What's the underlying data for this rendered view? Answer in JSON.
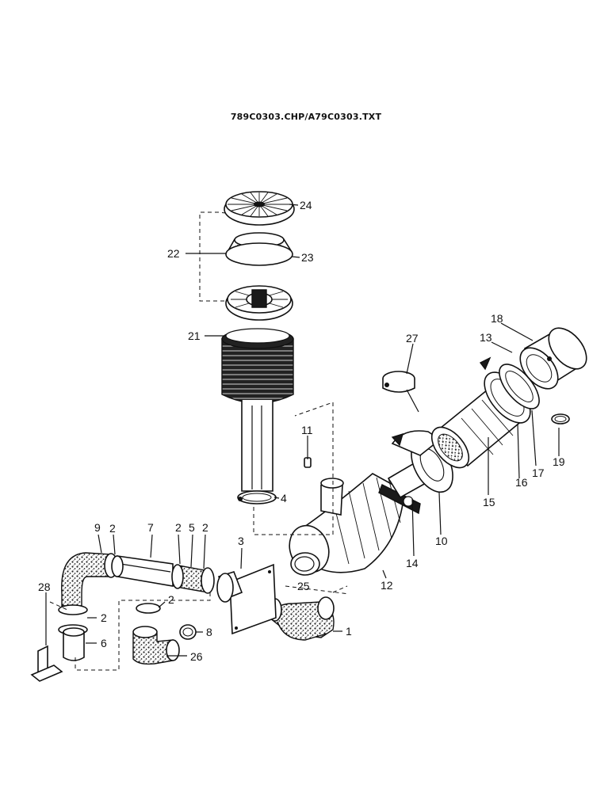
{
  "header": {
    "filename": "789C0303.CHP/A79C0303.TXT"
  },
  "labels": {
    "l1": "1",
    "l2a": "2",
    "l2b": "2",
    "l2c": "2",
    "l2d": "2",
    "l2e": "2",
    "l3": "3",
    "l4": "4",
    "l5": "5",
    "l6": "6",
    "l7": "7",
    "l8": "8",
    "l9": "9",
    "l10": "10",
    "l11": "11",
    "l12": "12",
    "l13": "13",
    "l14": "14",
    "l15": "15",
    "l16": "16",
    "l17": "17",
    "l18": "18",
    "l19": "19",
    "l21": "21",
    "l22": "22",
    "l23": "23",
    "l24": "24",
    "l25": "25",
    "l26": "26",
    "l27": "27",
    "l28": "28"
  }
}
